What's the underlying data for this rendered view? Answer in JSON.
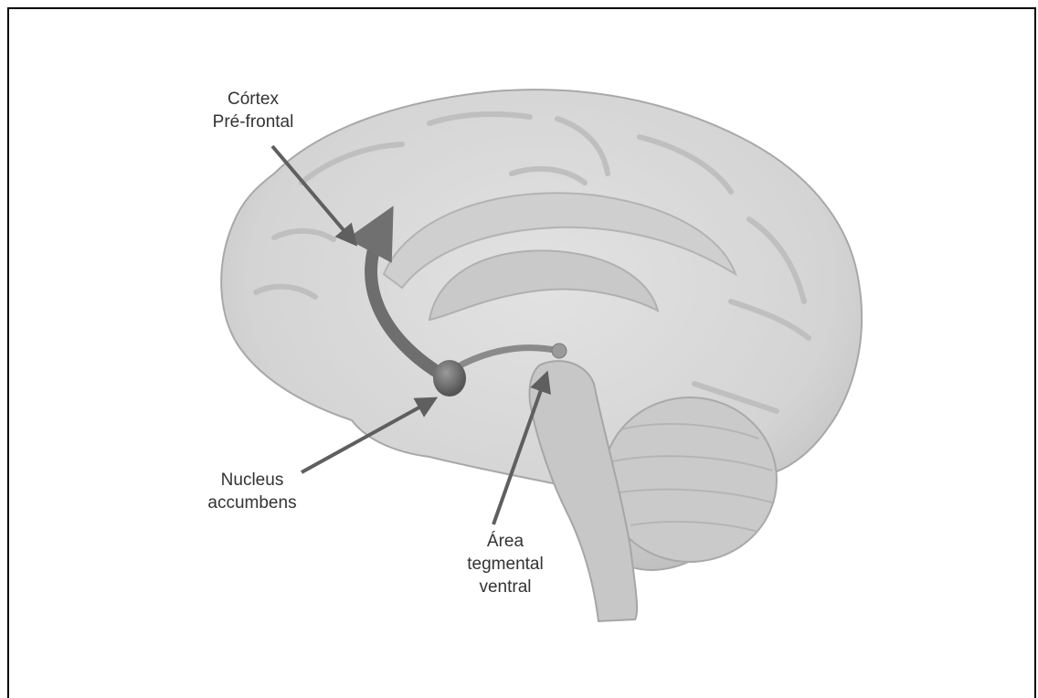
{
  "labels": {
    "prefrontal_cortex": {
      "line1": "Córtex",
      "line2": "Pré-frontal"
    },
    "nucleus_accumbens": {
      "line1": "Nucleus",
      "line2": "accumbens"
    },
    "vta": {
      "line1": "Área",
      "line2": "tegmental",
      "line3": "ventral"
    }
  },
  "colors": {
    "brain_fill": "#d8d8d8",
    "brain_shadow": "#b9b9b9",
    "pathway": "#6e6e6e",
    "arrow": "#5f5f5f",
    "text": "#333333"
  }
}
